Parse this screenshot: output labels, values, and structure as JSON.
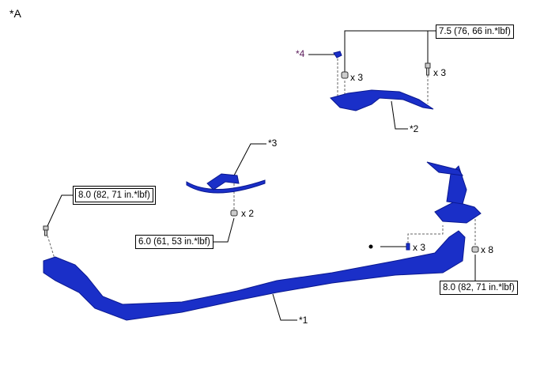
{
  "view_label": "*A",
  "callouts": {
    "part1": "*1",
    "part2": "*2",
    "part3": "*3",
    "part4": "*4"
  },
  "torques": {
    "top_right": "7.5 (76, 66 in.*lbf)",
    "left": "8.0 (82, 71 in.*lbf)",
    "middle": "6.0 (61, 53 in.*lbf)",
    "bottom_right": "8.0 (82, 71 in.*lbf)"
  },
  "quantities": {
    "top_nut": "x 3",
    "top_bolt": "x 3",
    "middle_nut": "x 2",
    "clip": "x 3",
    "bottom_nut": "x 8"
  },
  "colors": {
    "part_blue": "#1a2fc8",
    "line": "#000000"
  }
}
